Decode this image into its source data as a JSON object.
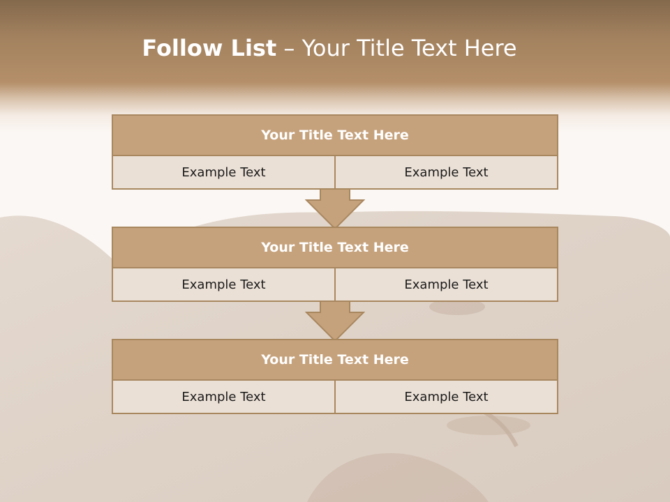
{
  "header": {
    "title_bold": "Follow List",
    "title_rest": " – Your Title Text Here"
  },
  "blocks": [
    {
      "title": "Your Title Text Here",
      "left": "Example Text",
      "right": "Example Text"
    },
    {
      "title": "Your Title Text Here",
      "left": "Example Text",
      "right": "Example Text"
    },
    {
      "title": "Your Title Text Here",
      "left": "Example Text",
      "right": "Example Text"
    }
  ],
  "colors": {
    "header_band": "#a3825f",
    "block_header": "#c6a27c",
    "block_border": "#a8875f",
    "cell_background": "#ebe0d6",
    "arrow_fill": "#c6a27c"
  },
  "icons": [
    "down-arrow-icon",
    "down-arrow-icon"
  ]
}
